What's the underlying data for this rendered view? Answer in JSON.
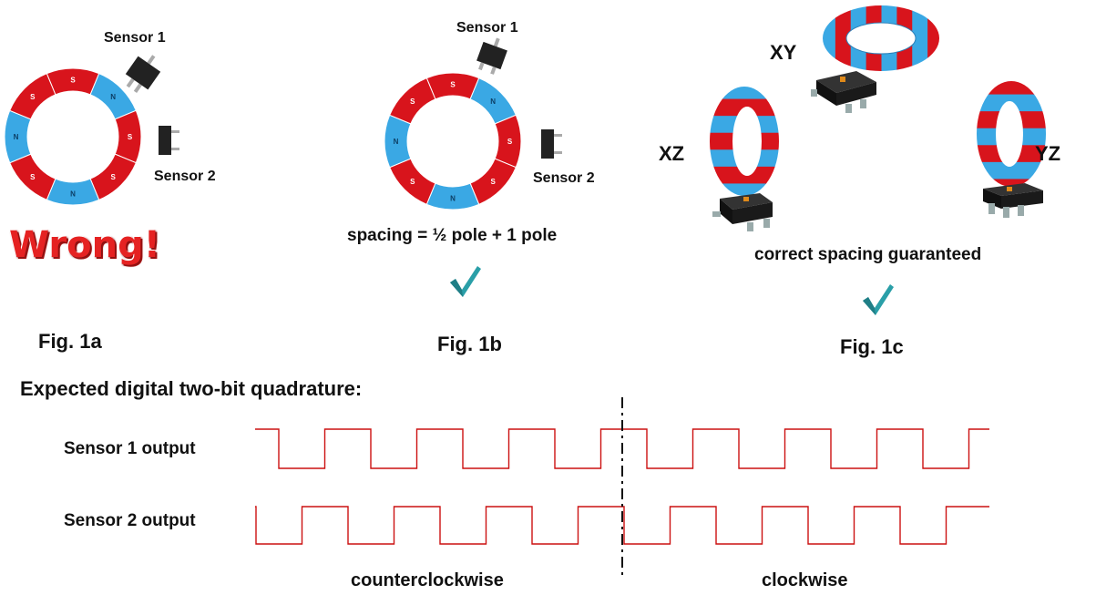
{
  "fig1a": {
    "sensor1_label": "Sensor 1",
    "sensor2_label": "Sensor 2",
    "verdict": "Wrong!",
    "caption": "Fig. 1a",
    "poles": [
      "S",
      "N",
      "S",
      "S",
      "N",
      "S",
      "N",
      "S"
    ]
  },
  "fig1b": {
    "sensor1_label": "Sensor 1",
    "sensor2_label": "Sensor 2",
    "spacing_text": "spacing = ½ pole + 1 pole",
    "caption": "Fig. 1b",
    "poles": [
      "S",
      "N",
      "S",
      "S",
      "N",
      "S",
      "N",
      "S"
    ]
  },
  "fig1c": {
    "xy_label": "XY",
    "xz_label": "XZ",
    "yz_label": "YZ",
    "note": "correct spacing guaranteed",
    "caption": "Fig. 1c"
  },
  "quadrature": {
    "heading": "Expected digital two-bit quadrature:",
    "sensor1_output_label": "Sensor 1 output",
    "sensor2_output_label": "Sensor 2 output",
    "left_direction": "counterclockwise",
    "right_direction": "clockwise"
  },
  "colors": {
    "north_pole": "#3aa8e4",
    "south_pole": "#d8141c",
    "signal": "#cc1111",
    "check": "#2a9fa8",
    "wrong": "#e52222"
  }
}
